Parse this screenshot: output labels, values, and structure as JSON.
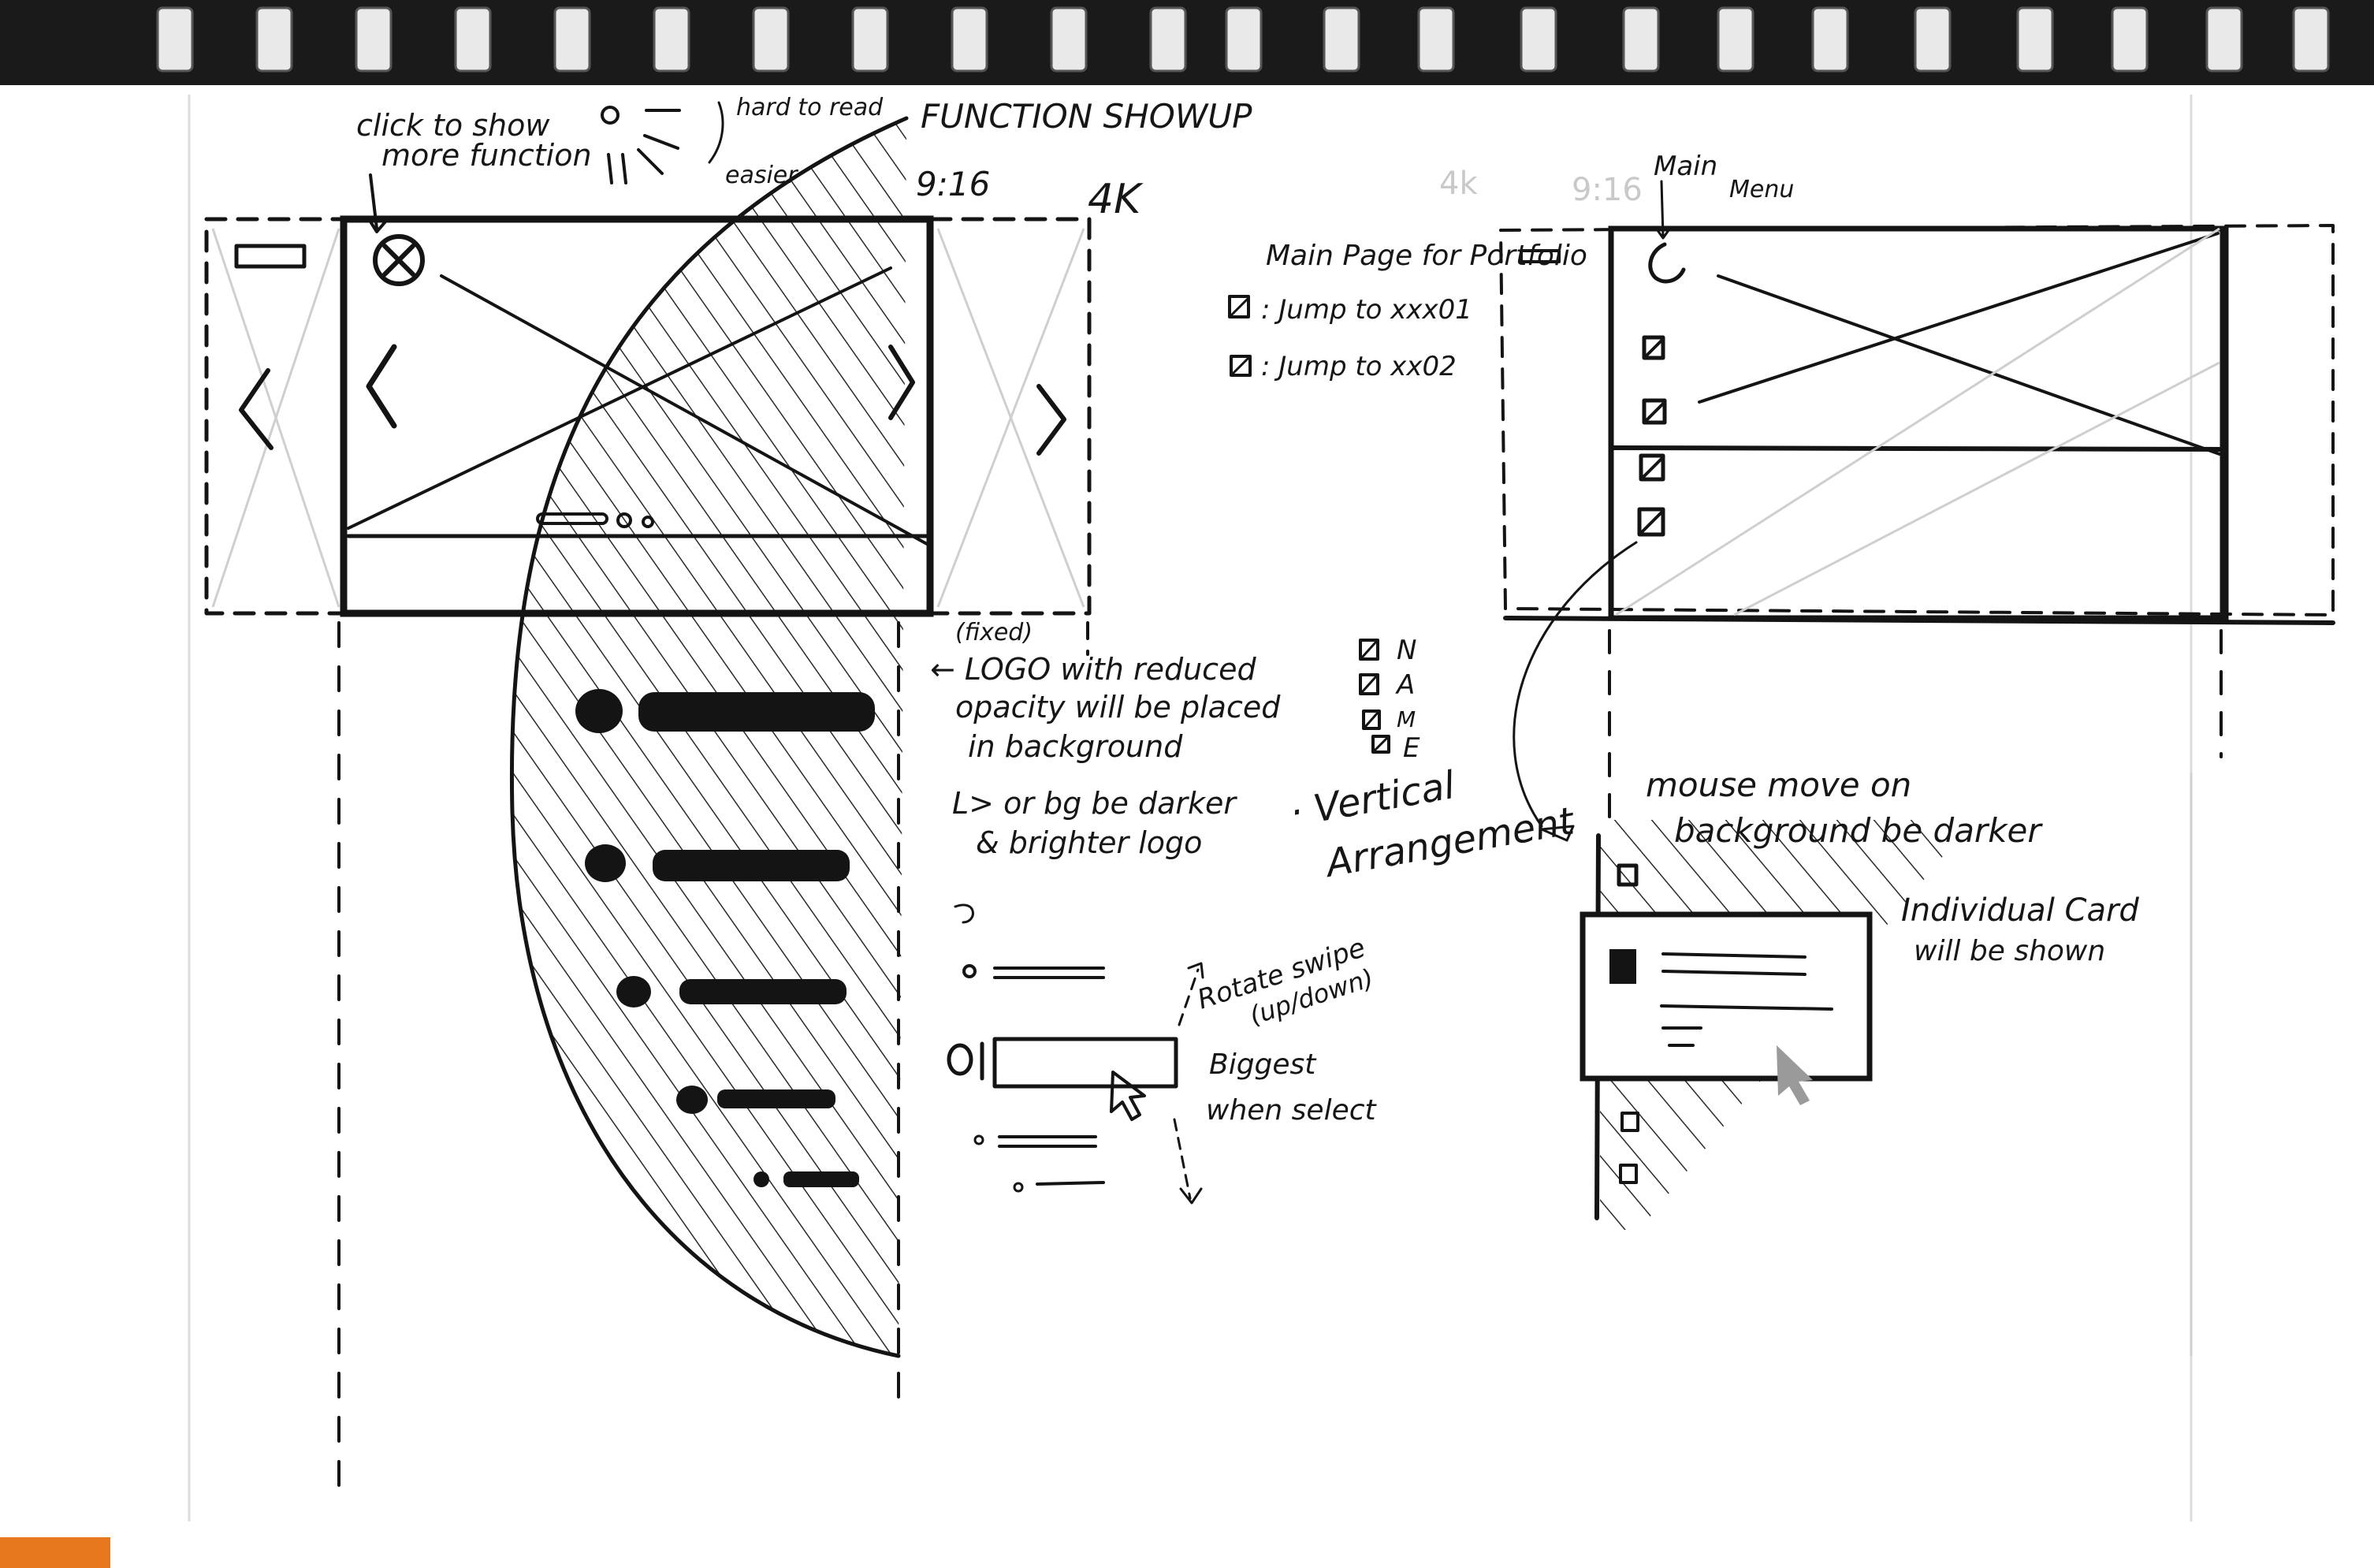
{
  "page_title": "FUNCTION SHOWUP",
  "left_sketch": {
    "note_click": [
      "click to show",
      "more function"
    ],
    "note_hard_to_read": "hard to read",
    "note_easier": "easier",
    "ratio_label": "9:16",
    "resolution_label": "4K",
    "logo_note": [
      "(fixed)",
      "← LOGO with reduced",
      "opacity will be placed",
      "in background",
      "L> or bg be darker",
      "& brighter logo"
    ],
    "rotate_note": [
      "Rotate swipe",
      "(up/down)"
    ],
    "biggest_note": [
      "Biggest",
      "when select"
    ]
  },
  "right_sketch": {
    "main_menu_label": [
      "Main",
      "Menu"
    ],
    "ratio_labels": [
      "4k",
      "9:16"
    ],
    "main_page_title": "Main Page for Portfolio",
    "jump_items": [
      ": Jump to xxx01",
      ": Jump to xx02"
    ],
    "name_letters": [
      "N",
      "A",
      "M",
      "E"
    ],
    "vertical_note": [
      "· Vertical",
      "Arrangement"
    ],
    "mouse_note": [
      "mouse move on",
      "background be darker"
    ],
    "card_note": [
      "Individual Card",
      "will be shown"
    ]
  },
  "colors": {
    "paper": "#ffffff",
    "ink": "#141414",
    "binder_ring": "#e9e9e9",
    "binder_bar": "#1a1a1a",
    "corner_orange": "#e8781e"
  }
}
